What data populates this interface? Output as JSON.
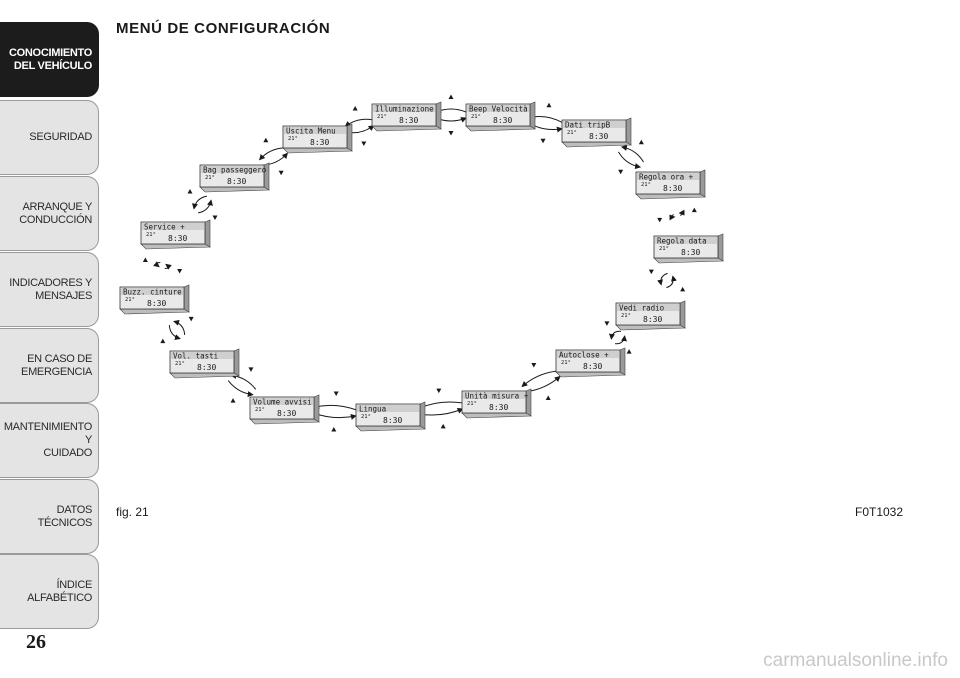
{
  "sidebar": {
    "tabs": [
      {
        "label": "CONOCIMIENTO\nDEL VEHÍCULO",
        "active": true
      },
      {
        "label": "SEGURIDAD",
        "active": false
      },
      {
        "label": "ARRANQUE Y\nCONDUCCIÓN",
        "active": false
      },
      {
        "label": "INDICADORES Y\nMENSAJES",
        "active": false
      },
      {
        "label": "EN CASO DE\nEMERGENCIA",
        "active": false
      },
      {
        "label": "MANTENIMIENTO Y\nCUIDADO",
        "active": false
      },
      {
        "label": "DATOS TÉCNICOS",
        "active": false
      },
      {
        "label": "ÍNDICE ALFABÉTICO",
        "active": false
      }
    ],
    "page_number": "26"
  },
  "page_title": "MENÚ DE CONFIGURACIÓN",
  "figure": {
    "label": "fig. 21",
    "code": "F0T1032",
    "display_time": "8:30",
    "display_sub": "21°",
    "menu_items": [
      {
        "label": "Illuminazione"
      },
      {
        "label": "Beep Velocità"
      },
      {
        "label": "Dati tripB"
      },
      {
        "label": "Regola ora  +"
      },
      {
        "label": "Regola data"
      },
      {
        "label": "Vedi radio"
      },
      {
        "label": "Autoclose  +"
      },
      {
        "label": "Unità misura +"
      },
      {
        "label": "Lingua"
      },
      {
        "label": "Volume avvisi"
      },
      {
        "label": "Vol. tasti"
      },
      {
        "label": "Buzz. cinture"
      },
      {
        "label": "Service  +"
      },
      {
        "label": "Bag passeggero"
      },
      {
        "label": "Uscita Menu"
      }
    ]
  },
  "watermark": "carmanualsonline.info"
}
